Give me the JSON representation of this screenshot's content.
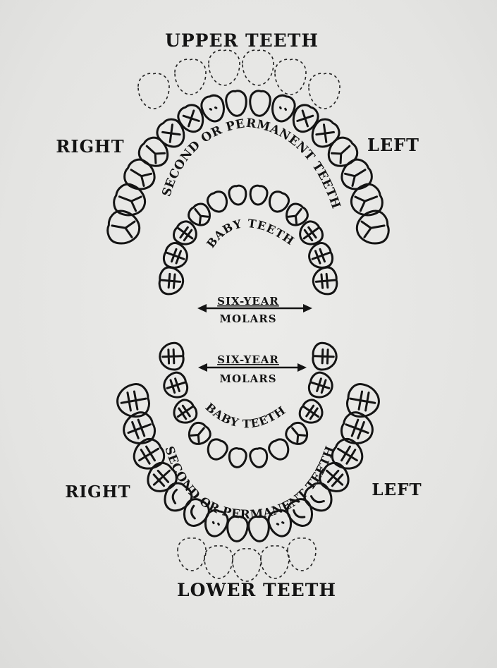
{
  "labels": {
    "upper_title": "UPPER TEETH",
    "lower_title": "LOWER TEETH",
    "upper_right": "RIGHT",
    "upper_left": "LEFT",
    "lower_right": "RIGHT",
    "lower_left": "LEFT"
  },
  "upper": {
    "permanent_label": "SECOND OR PERMANENT TEETH",
    "baby_label": "BABY TEETH",
    "molars_line1": "SIX-YEAR",
    "molars_line2": "MOLARS"
  },
  "lower": {
    "permanent_label": "SECOND OR PERMANENT TEETH",
    "baby_label": "BABY TEETH",
    "molars_line1": "SIX-YEAR",
    "molars_line2": "MOLARS"
  },
  "colors": {
    "ink": "#141414",
    "fabric": "#e9e9e7"
  }
}
